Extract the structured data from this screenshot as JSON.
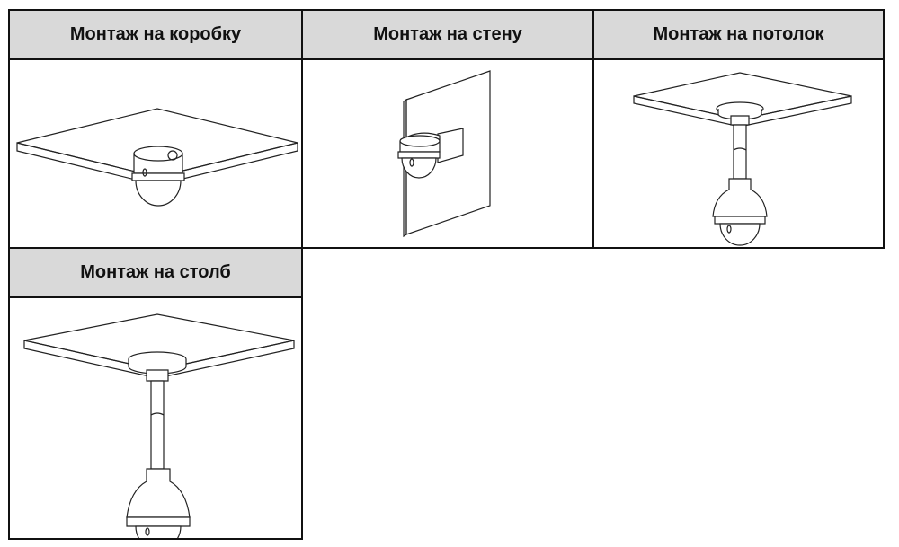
{
  "table": {
    "cells": [
      {
        "title": "Монтаж на коробку",
        "illustration": "box-mount-camera-icon"
      },
      {
        "title": "Монтаж на стену",
        "illustration": "wall-mount-camera-icon"
      },
      {
        "title": "Монтаж на потолок",
        "illustration": "ceiling-mount-camera-icon"
      },
      {
        "title": "Монтаж на столб",
        "illustration": "pole-mount-camera-icon"
      }
    ]
  }
}
